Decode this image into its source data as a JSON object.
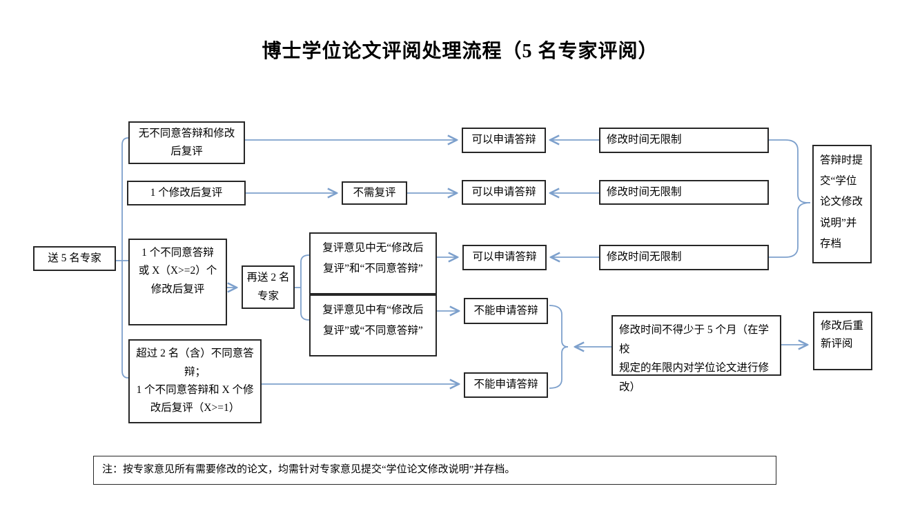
{
  "title": "博士学位论文评阅处理流程（5 名专家评阅）",
  "colors": {
    "connector_line": "#7da0cc",
    "box_border": "#262626",
    "background": "#ffffff",
    "text": "#000000"
  },
  "nodes": {
    "send5": "送 5 名专家",
    "cond_none": "无不同意答辩和修改\n后复评",
    "cond_one_rereview": "1 个修改后复评",
    "cond_one_disagree": "1 个不同意答辩\n或 X（X>=2）个\n修改后复评",
    "cond_over_two": "超过 2 名（含）不同意答\n辩；\n1 个不同意答辩和 X 个修\n改后复评（X>=1）",
    "no_rereview_needed": "不需复评",
    "resend_two": "再送 2 名\n专家",
    "rereview_none": "复评意见中无“修改后\n复评”和“不同意答辩”",
    "rereview_has": "复评意见中有“修改后\n复评”或“不同意答辩”",
    "can_defend": "可以申请答辩",
    "cannot_defend": "不能申请答辩",
    "no_time_limit": "修改时间无限制",
    "min_five_months": "修改时间不得少于 5 个月（在学校\n规定的年限内对学位论文进行修\n改）",
    "archive": "答辩时提\n交“学位\n论文修改\n说明”并\n存档",
    "rereview_after": "修改后重\n新评阅"
  },
  "note": "注：按专家意见所有需要修改的论文，均需针对专家意见提交“学位论文修改说明”并存档。"
}
